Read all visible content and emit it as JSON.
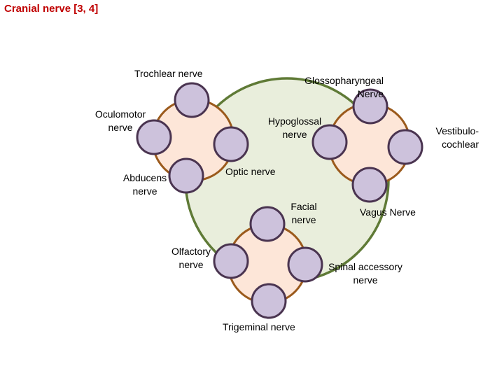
{
  "title": "Cranial nerve [3, 4]",
  "colors": {
    "title": "#c00000",
    "center_fill": "#e9eedc",
    "center_stroke": "#5f7a36",
    "cluster_fill": "#fde6d8",
    "cluster_stroke": "#9b5a1c",
    "node_fill": "#cdc2dc",
    "node_stroke": "#4a3450"
  },
  "labels": {
    "trochlear": "Trochlear nerve",
    "oculomotor": [
      "Oculomotor",
      "nerve"
    ],
    "abducens": [
      "Abducens",
      "nerve"
    ],
    "glossopharyngeal": [
      "Glossopharyngeal",
      "Nerve"
    ],
    "hypoglossal": [
      "Hypoglossal",
      "nerve"
    ],
    "optic": "Optic nerve",
    "vestibulocochlear": [
      "Vestibulo-",
      "cochlear"
    ],
    "facial": [
      "Facial",
      "nerve"
    ],
    "vagus": "Vagus Nerve",
    "olfactory": [
      "Olfactory",
      "nerve"
    ],
    "spinal_accessory": [
      "Spinal accessory",
      "nerve"
    ],
    "trigeminal": "Trigeminal nerve"
  }
}
